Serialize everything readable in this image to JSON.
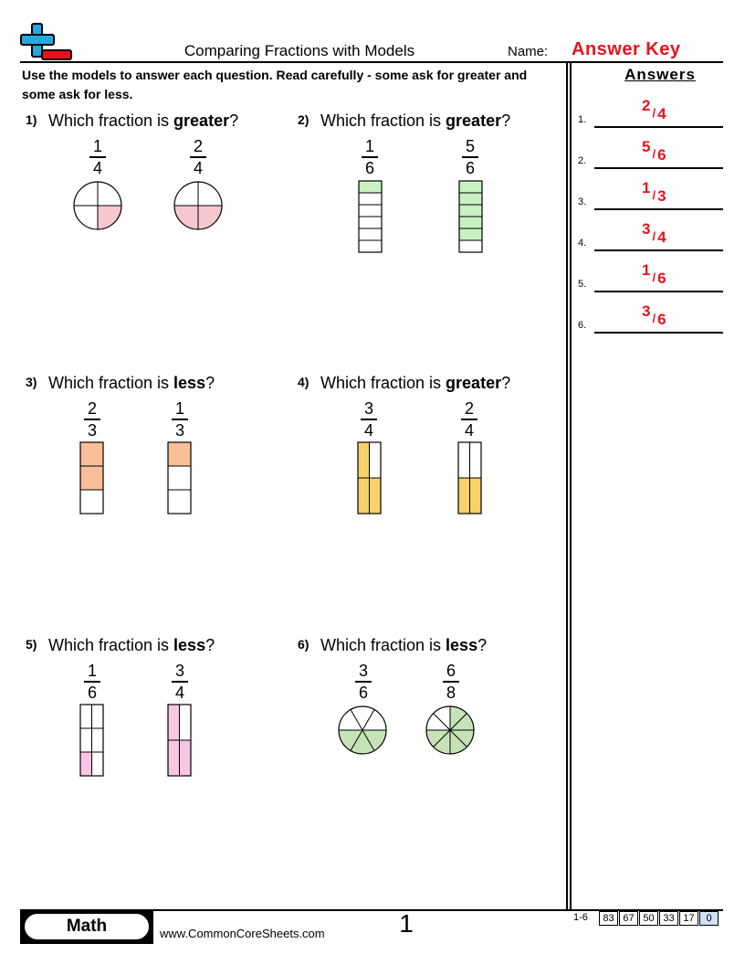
{
  "header": {
    "title": "Comparing Fractions with Models",
    "name_label": "Name:",
    "answer_key": "Answer Key"
  },
  "instructions": "Use the models to answer each question. Read carefully - some ask for greater and some ask for less.",
  "questions": [
    {
      "num": "1)",
      "prefix": "Which fraction is ",
      "keyword": "greater",
      "suffix": "?",
      "fractions": [
        {
          "num": "1",
          "den": "4"
        },
        {
          "num": "2",
          "den": "4"
        }
      ],
      "model": {
        "type": "circle-quarters",
        "fill_color": "#f7c7cf",
        "shaded": [
          1,
          2
        ]
      }
    },
    {
      "num": "2)",
      "prefix": "Which fraction is ",
      "keyword": "greater",
      "suffix": "?",
      "fractions": [
        {
          "num": "1",
          "den": "6"
        },
        {
          "num": "5",
          "den": "6"
        }
      ],
      "model": {
        "type": "bar-vertical",
        "fill_color": "#c8f2c0",
        "parts": 6,
        "shaded": [
          1,
          5
        ]
      }
    },
    {
      "num": "3)",
      "prefix": "Which fraction is ",
      "keyword": "less",
      "suffix": "?",
      "fractions": [
        {
          "num": "2",
          "den": "3"
        },
        {
          "num": "1",
          "den": "3"
        }
      ],
      "model": {
        "type": "bar-vertical",
        "fill_color": "#f8bf98",
        "parts": 3,
        "shaded": [
          2,
          1
        ]
      }
    },
    {
      "num": "4)",
      "prefix": "Which fraction is ",
      "keyword": "greater",
      "suffix": "?",
      "fractions": [
        {
          "num": "3",
          "den": "4"
        },
        {
          "num": "2",
          "den": "4"
        }
      ],
      "model": {
        "type": "grid-2col",
        "fill_color": "#f7d268",
        "parts": 4,
        "shaded": [
          3,
          2
        ]
      }
    },
    {
      "num": "5)",
      "prefix": "Which fraction is ",
      "keyword": "less",
      "suffix": "?",
      "fractions": [
        {
          "num": "1",
          "den": "6"
        },
        {
          "num": "3",
          "den": "4"
        }
      ],
      "model": {
        "type": "grid-2col",
        "fill_color": "#f9c5e5",
        "parts_each": [
          6,
          4
        ],
        "shaded": [
          1,
          3
        ]
      }
    },
    {
      "num": "6)",
      "prefix": "Which fraction is ",
      "keyword": "less",
      "suffix": "?",
      "fractions": [
        {
          "num": "3",
          "den": "6"
        },
        {
          "num": "6",
          "den": "8"
        }
      ],
      "model": {
        "type": "circle-sectors",
        "fill_color": "#c6e3b8",
        "parts_each": [
          6,
          8
        ],
        "shaded": [
          3,
          6
        ]
      }
    }
  ],
  "answers": {
    "heading": "Answers",
    "items": [
      {
        "label": "1.",
        "num": "2",
        "den": "4"
      },
      {
        "label": "2.",
        "num": "5",
        "den": "6"
      },
      {
        "label": "3.",
        "num": "1",
        "den": "3"
      },
      {
        "label": "4.",
        "num": "3",
        "den": "4"
      },
      {
        "label": "5.",
        "num": "1",
        "den": "6"
      },
      {
        "label": "6.",
        "num": "3",
        "den": "6"
      }
    ]
  },
  "footer": {
    "subject": "Math",
    "website": "www.CommonCoreSheets.com",
    "page": "1",
    "range": "1-6",
    "scores": [
      "83",
      "67",
      "50",
      "33",
      "17",
      "0"
    ]
  },
  "colors": {
    "accent_red": "#e8121e",
    "logo_blue": "#27a8e0",
    "logo_red": "#e8121e"
  }
}
